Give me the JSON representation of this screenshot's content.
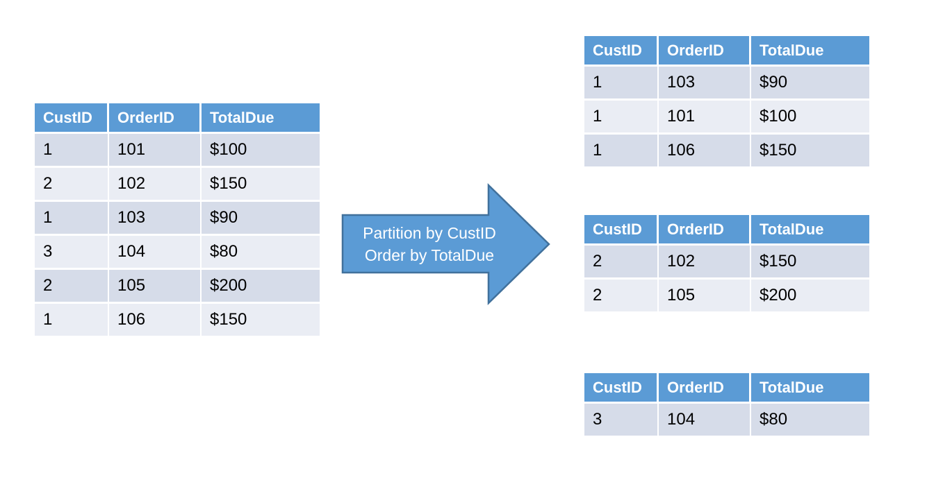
{
  "columns": [
    "CustID",
    "OrderID",
    "TotalDue"
  ],
  "source_table": {
    "rows": [
      [
        "1",
        "101",
        "$100"
      ],
      [
        "2",
        "102",
        "$150"
      ],
      [
        "1",
        "103",
        "$90"
      ],
      [
        "3",
        "104",
        "$80"
      ],
      [
        "2",
        "105",
        "$200"
      ],
      [
        "1",
        "106",
        "$150"
      ]
    ]
  },
  "arrow": {
    "line1": "Partition by CustID",
    "line2": "Order by TotalDue"
  },
  "partitions": [
    {
      "rows": [
        [
          "1",
          "103",
          "$90"
        ],
        [
          "1",
          "101",
          "$100"
        ],
        [
          "1",
          "106",
          "$150"
        ]
      ]
    },
    {
      "rows": [
        [
          "2",
          "102",
          "$150"
        ],
        [
          "2",
          "105",
          "$200"
        ]
      ]
    },
    {
      "rows": [
        [
          "3",
          "104",
          "$80"
        ]
      ]
    }
  ],
  "colors": {
    "header_bg": "#5b9bd5",
    "header_text": "#ffffff",
    "row_dark": "#d6dce9",
    "row_light": "#eaedf4",
    "body_text": "#000000",
    "arrow_fill": "#5b9bd5",
    "arrow_border": "#41719c",
    "canvas_bg": "#ffffff"
  }
}
